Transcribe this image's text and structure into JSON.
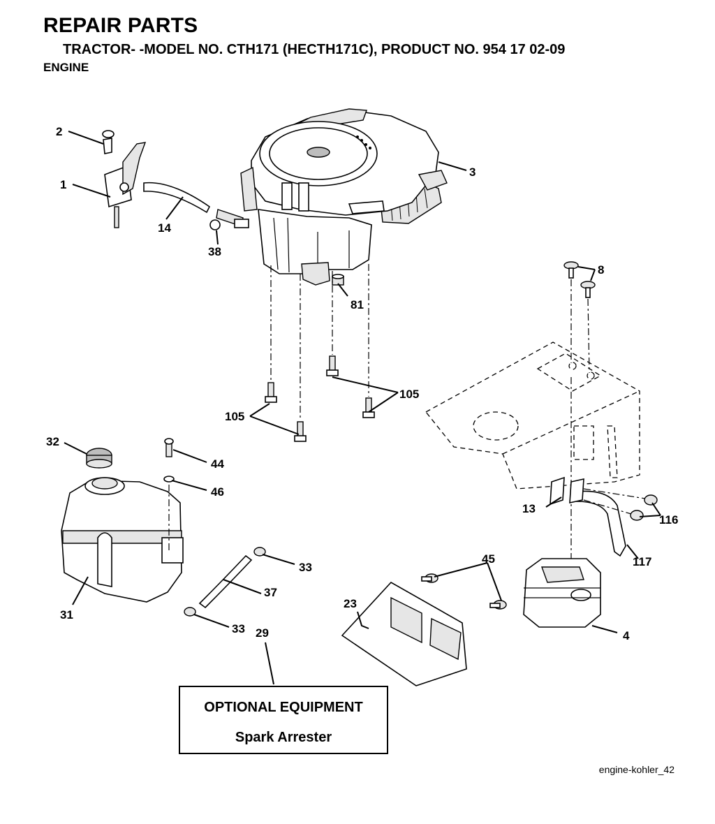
{
  "header": {
    "title": "REPAIR PARTS",
    "subtitle": "TRACTOR- -MODEL NO. CTH171 (HECTH171C), PRODUCT NO. 954 17 02-09",
    "section": "ENGINE"
  },
  "callouts": {
    "c1": "1",
    "c2": "2",
    "c3": "3",
    "c4": "4",
    "c8": "8",
    "c13": "13",
    "c14": "14",
    "c23": "23",
    "c29": "29",
    "c31": "31",
    "c32": "32",
    "c33a": "33",
    "c33b": "33",
    "c37": "37",
    "c38": "38",
    "c44": "44",
    "c45": "45",
    "c46": "46",
    "c81": "81",
    "c105a": "105",
    "c105b": "105",
    "c116": "116",
    "c117": "117"
  },
  "optional": {
    "title": "OPTIONAL EQUIPMENT",
    "item": "Spark Arrester"
  },
  "figure_id": "engine-kohler_42"
}
